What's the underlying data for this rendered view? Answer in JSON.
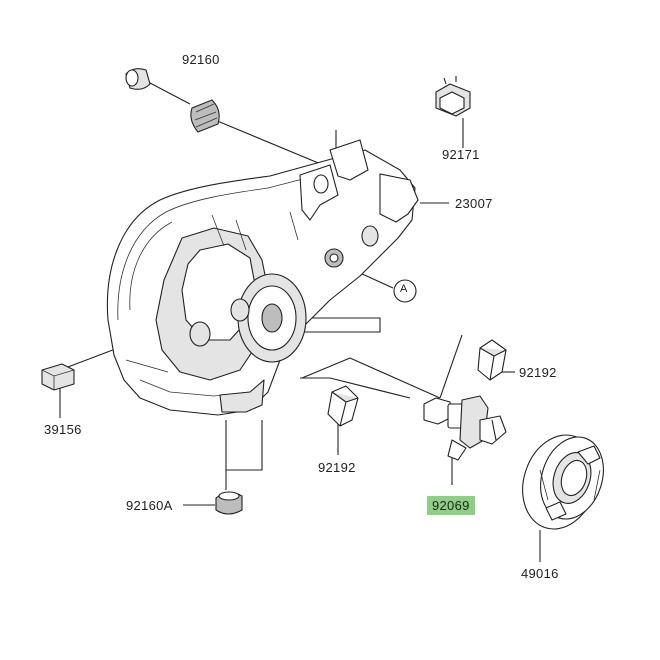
{
  "diagram": {
    "parts": [
      {
        "id": "p92160",
        "number": "92160"
      },
      {
        "id": "p92171",
        "number": "92171"
      },
      {
        "id": "p23007",
        "number": "23007"
      },
      {
        "id": "pA",
        "number": "A"
      },
      {
        "id": "p92192r",
        "number": "92192"
      },
      {
        "id": "p39156",
        "number": "39156"
      },
      {
        "id": "p92192b",
        "number": "92192"
      },
      {
        "id": "p92069",
        "number": "92069",
        "highlighted": true
      },
      {
        "id": "p92160A",
        "number": "92160A"
      },
      {
        "id": "p49016",
        "number": "49016"
      }
    ],
    "highlight_color": "#8ed083"
  }
}
